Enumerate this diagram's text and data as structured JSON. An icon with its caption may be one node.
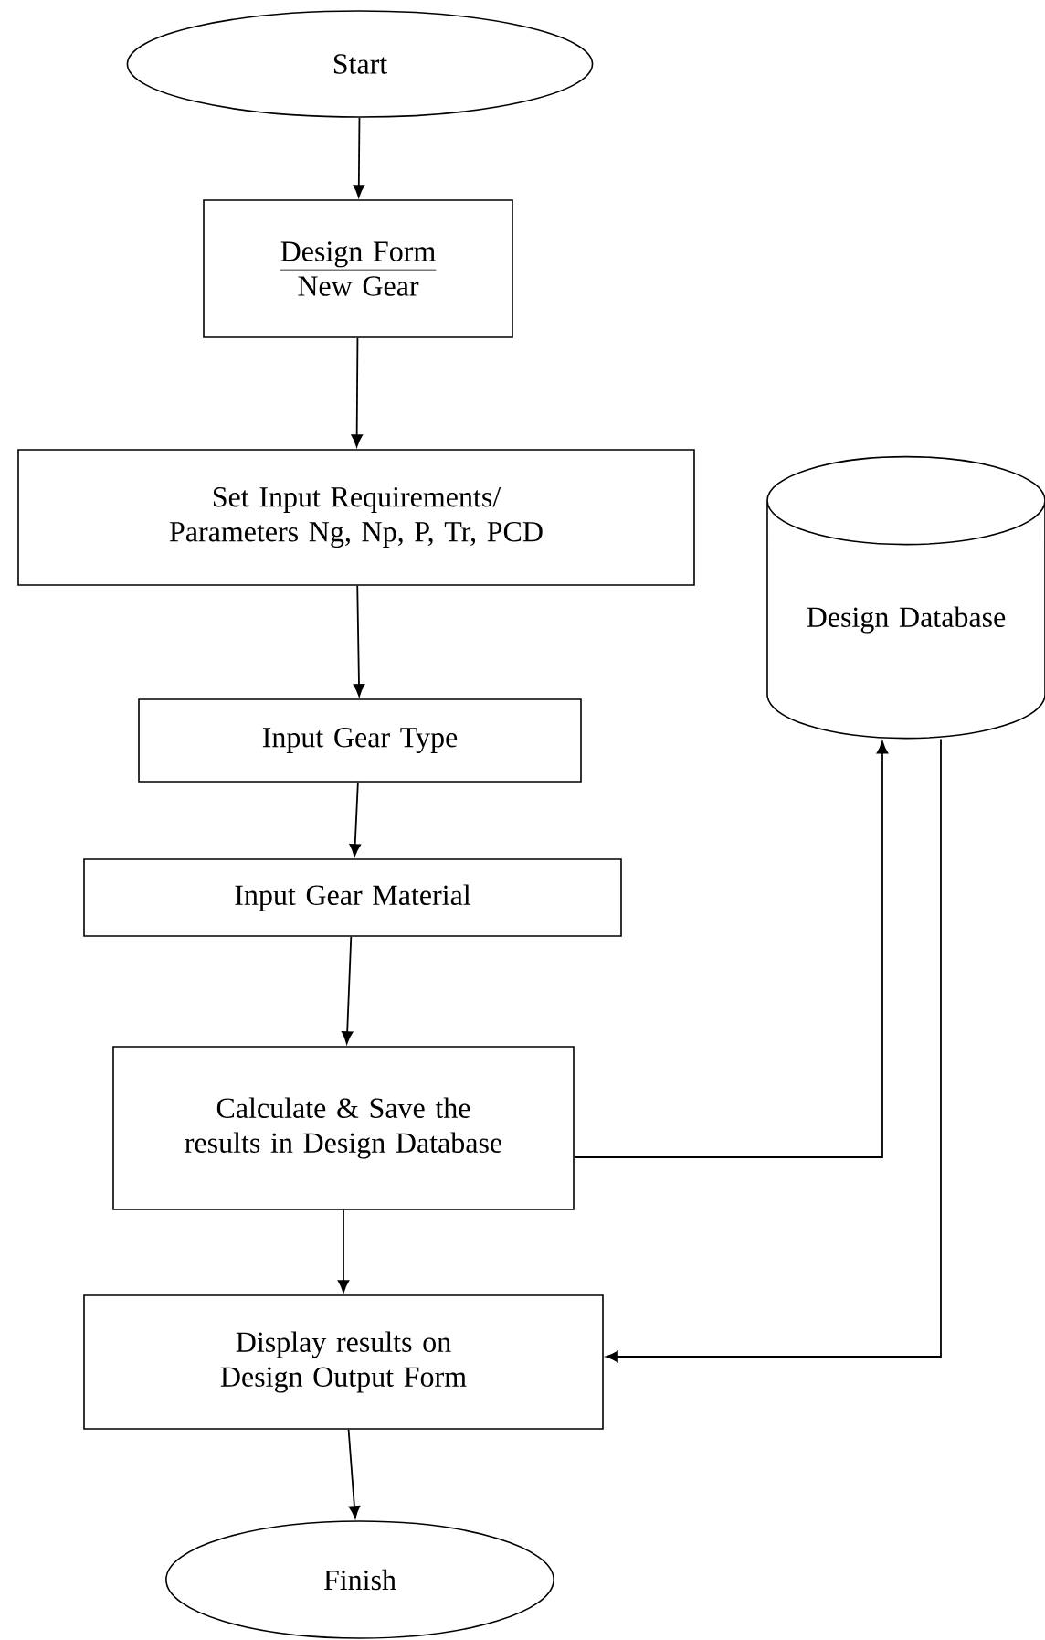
{
  "diagram": {
    "nodes": [
      {
        "text": [
          "Start"
        ]
      },
      {
        "text": [
          "Design Form",
          "New Gear"
        ]
      },
      {
        "text": [
          "Set Input Requirements/ Parameters Ng, Np, P, Tr, PCD"
        ]
      },
      {
        "text": [
          "Input Gear Type"
        ]
      },
      {
        "text": [
          "Input Gear Material"
        ]
      },
      {
        "text": [
          "Calculate & Save the results in Design Database"
        ]
      },
      {
        "text": [
          "Display results on Design Output Form"
        ]
      },
      {
        "text": [
          "Finish"
        ]
      },
      {
        "text": [
          "Design Database"
        ]
      }
    ],
    "edges": [
      {
        "from": 0,
        "to": 1,
        "arrow": "to"
      },
      {
        "from": 1,
        "to": 2,
        "arrow": "to"
      },
      {
        "from": 2,
        "to": 3,
        "arrow": "to"
      },
      {
        "from": 3,
        "to": 4,
        "arrow": "to"
      },
      {
        "from": 4,
        "to": 5,
        "arrow": "to"
      },
      {
        "from": 5,
        "to": 6,
        "arrow": "to"
      },
      {
        "from": 6,
        "to": 7,
        "arrow": "to"
      },
      {
        "from": 5,
        "to": 8,
        "arrow": "to"
      },
      {
        "from": 8,
        "to": 6,
        "arrow": "to"
      }
    ]
  }
}
